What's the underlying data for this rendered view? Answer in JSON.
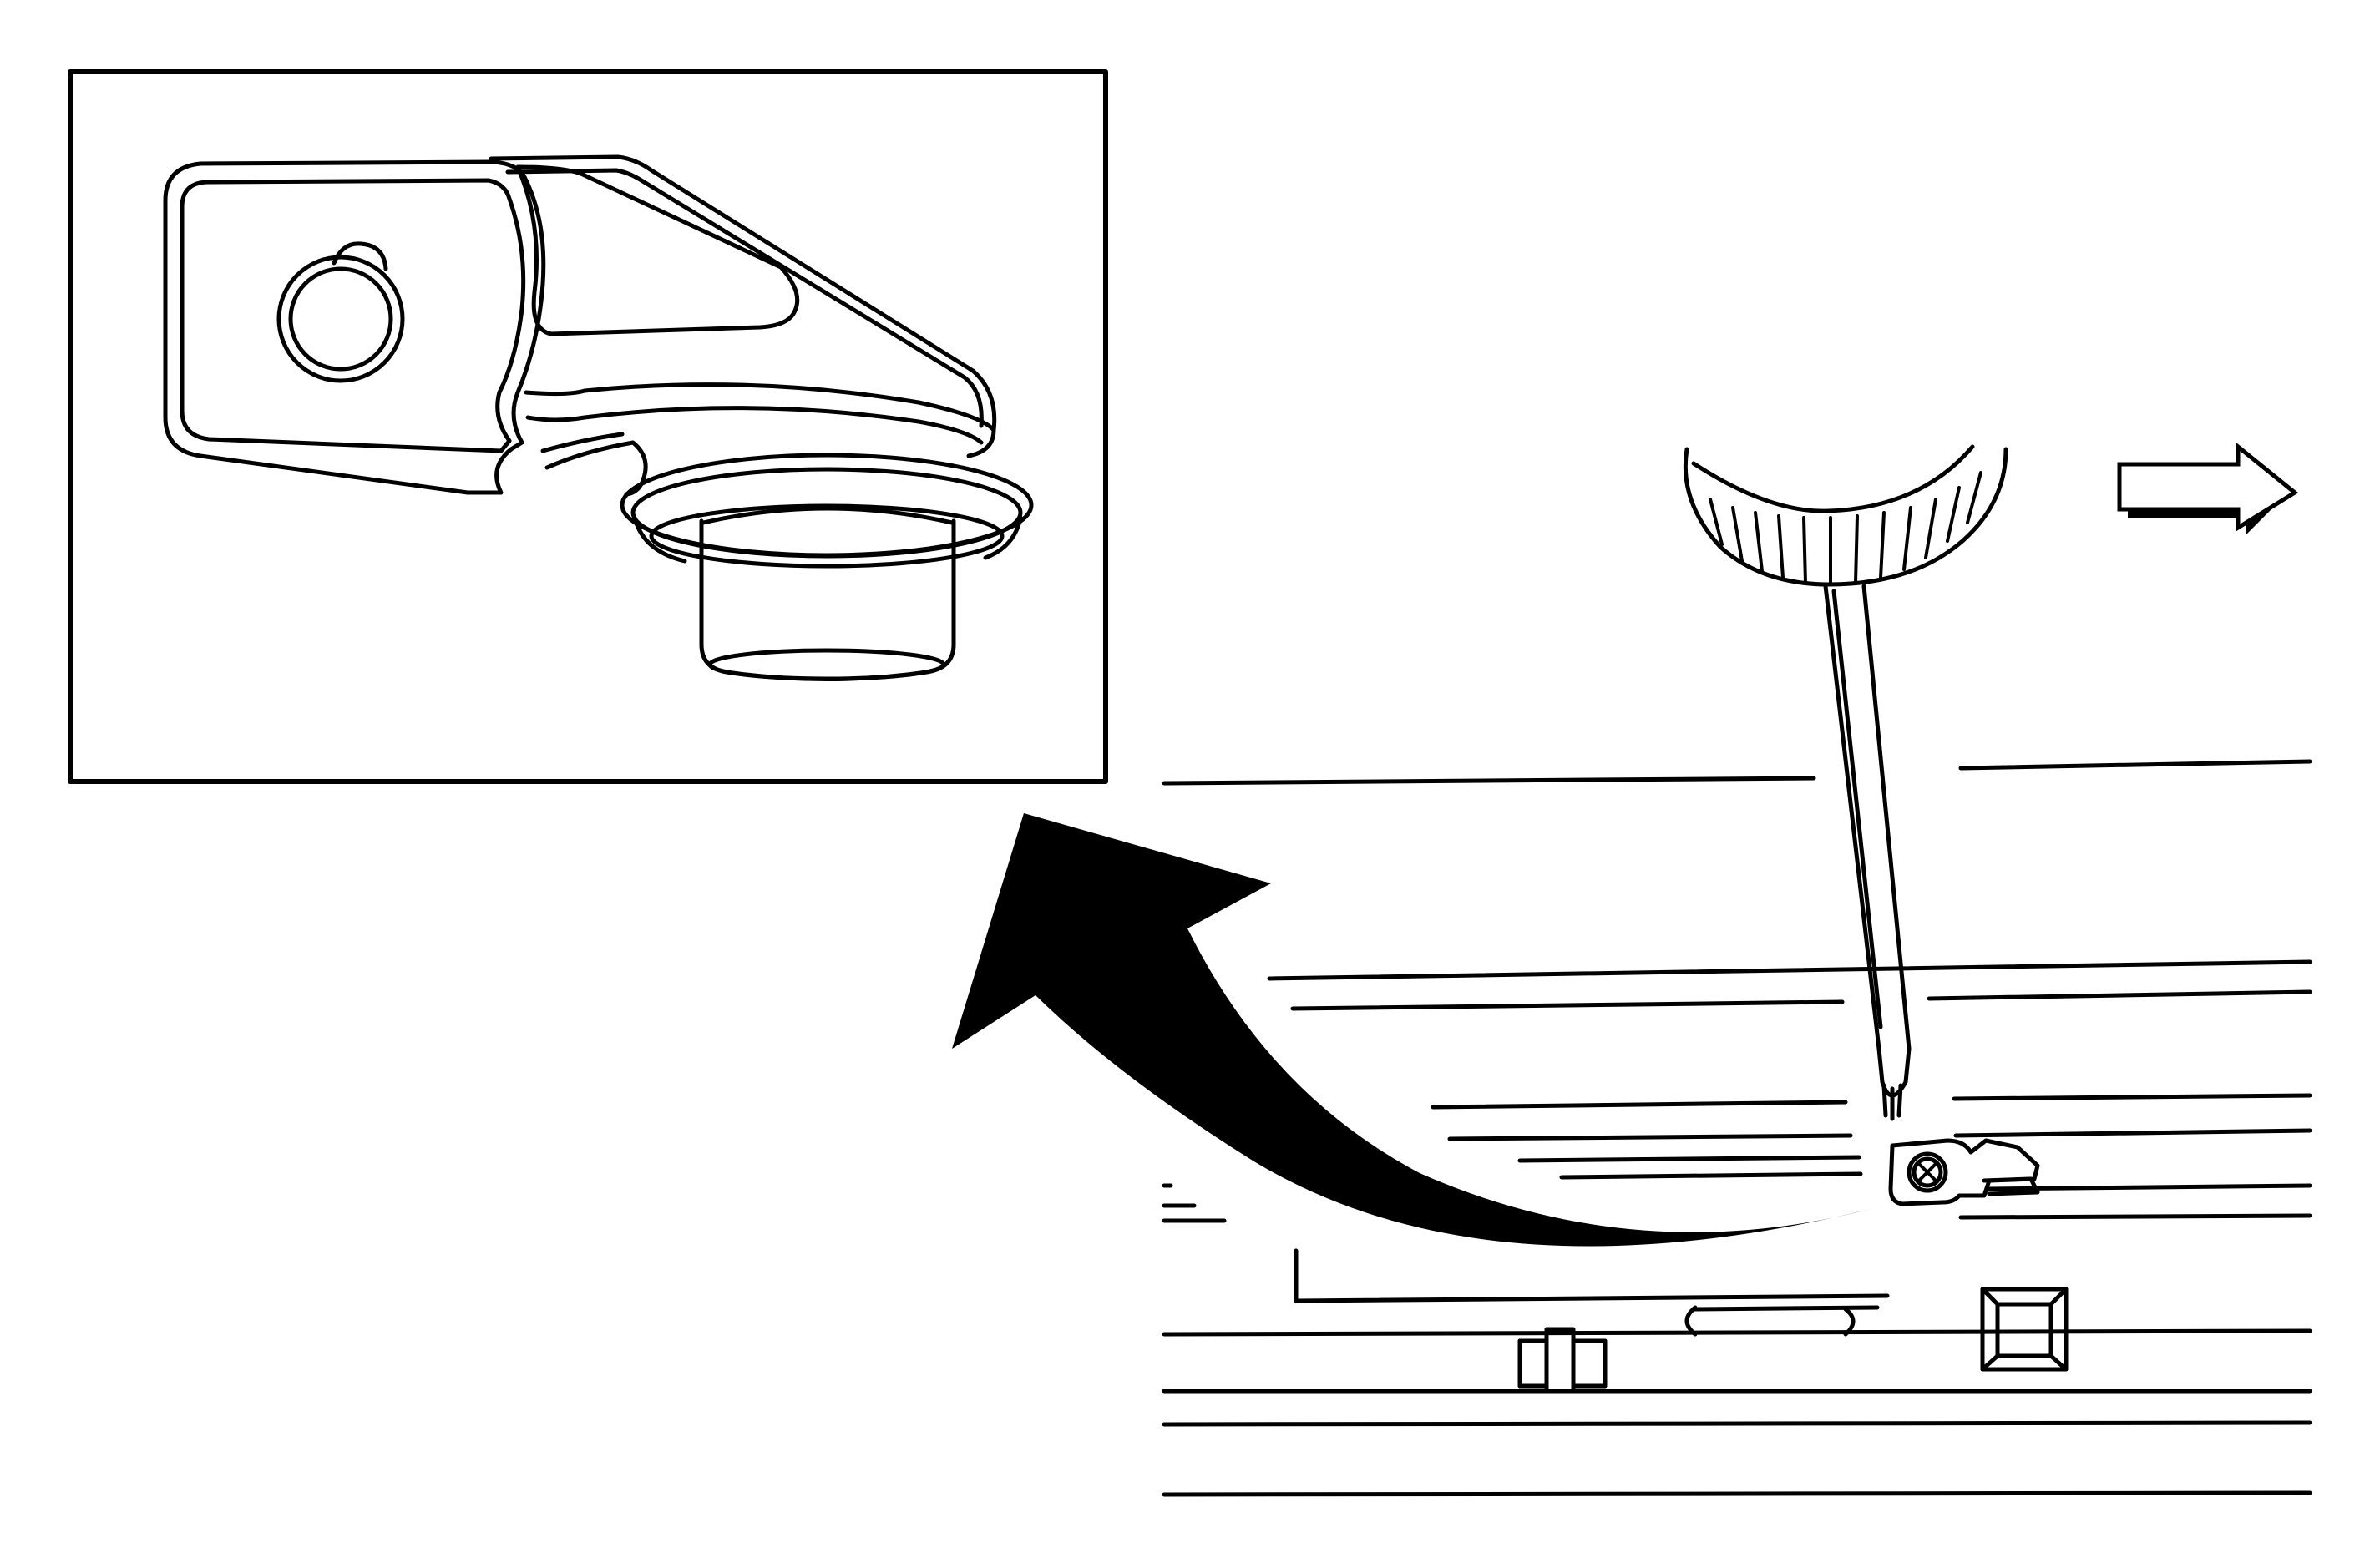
{
  "figure": {
    "type": "exploded-detail-illustration",
    "elements": [
      "detail-inset",
      "guide-clip",
      "screwdriver",
      "mounting-screw",
      "chassis-lines",
      "zoom-arrow",
      "direction-arrow"
    ],
    "colors": {
      "line": "#000000",
      "background": "#ffffff"
    }
  },
  "icons": {
    "zoom": "curved-arrow-icon",
    "direction": "right-arrow-icon"
  }
}
